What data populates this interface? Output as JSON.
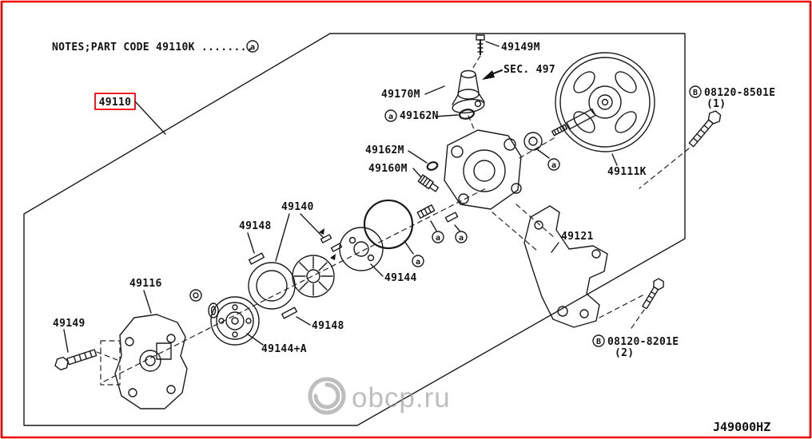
{
  "notes": {
    "text": "NOTES;PART CODE 49110K ........"
  },
  "assembly_box": {
    "code": "49110"
  },
  "markers": {
    "a": "a",
    "b": "B"
  },
  "sec_ref": "SEC. 497",
  "parts": {
    "p49149m": "49149M",
    "p49170m": "49170M",
    "p49162n": "49162N",
    "p49162m": "49162M",
    "p49160m": "49160M",
    "p49140": "49140",
    "p49148_upper": "49148",
    "p49148_lower": "49148",
    "p49144": "49144",
    "p49144a": "49144+A",
    "p49116": "49116",
    "p49149": "49149",
    "p49111k": "49111K",
    "p49121": "49121"
  },
  "bolts": {
    "b1": {
      "code": "08120-8501E",
      "qty": "(1)"
    },
    "b2": {
      "code": "08120-8201E",
      "qty": "(2)"
    }
  },
  "watermark": {
    "text": "obcp.ru"
  },
  "footer": {
    "diagram_code": "J49000HZ"
  }
}
